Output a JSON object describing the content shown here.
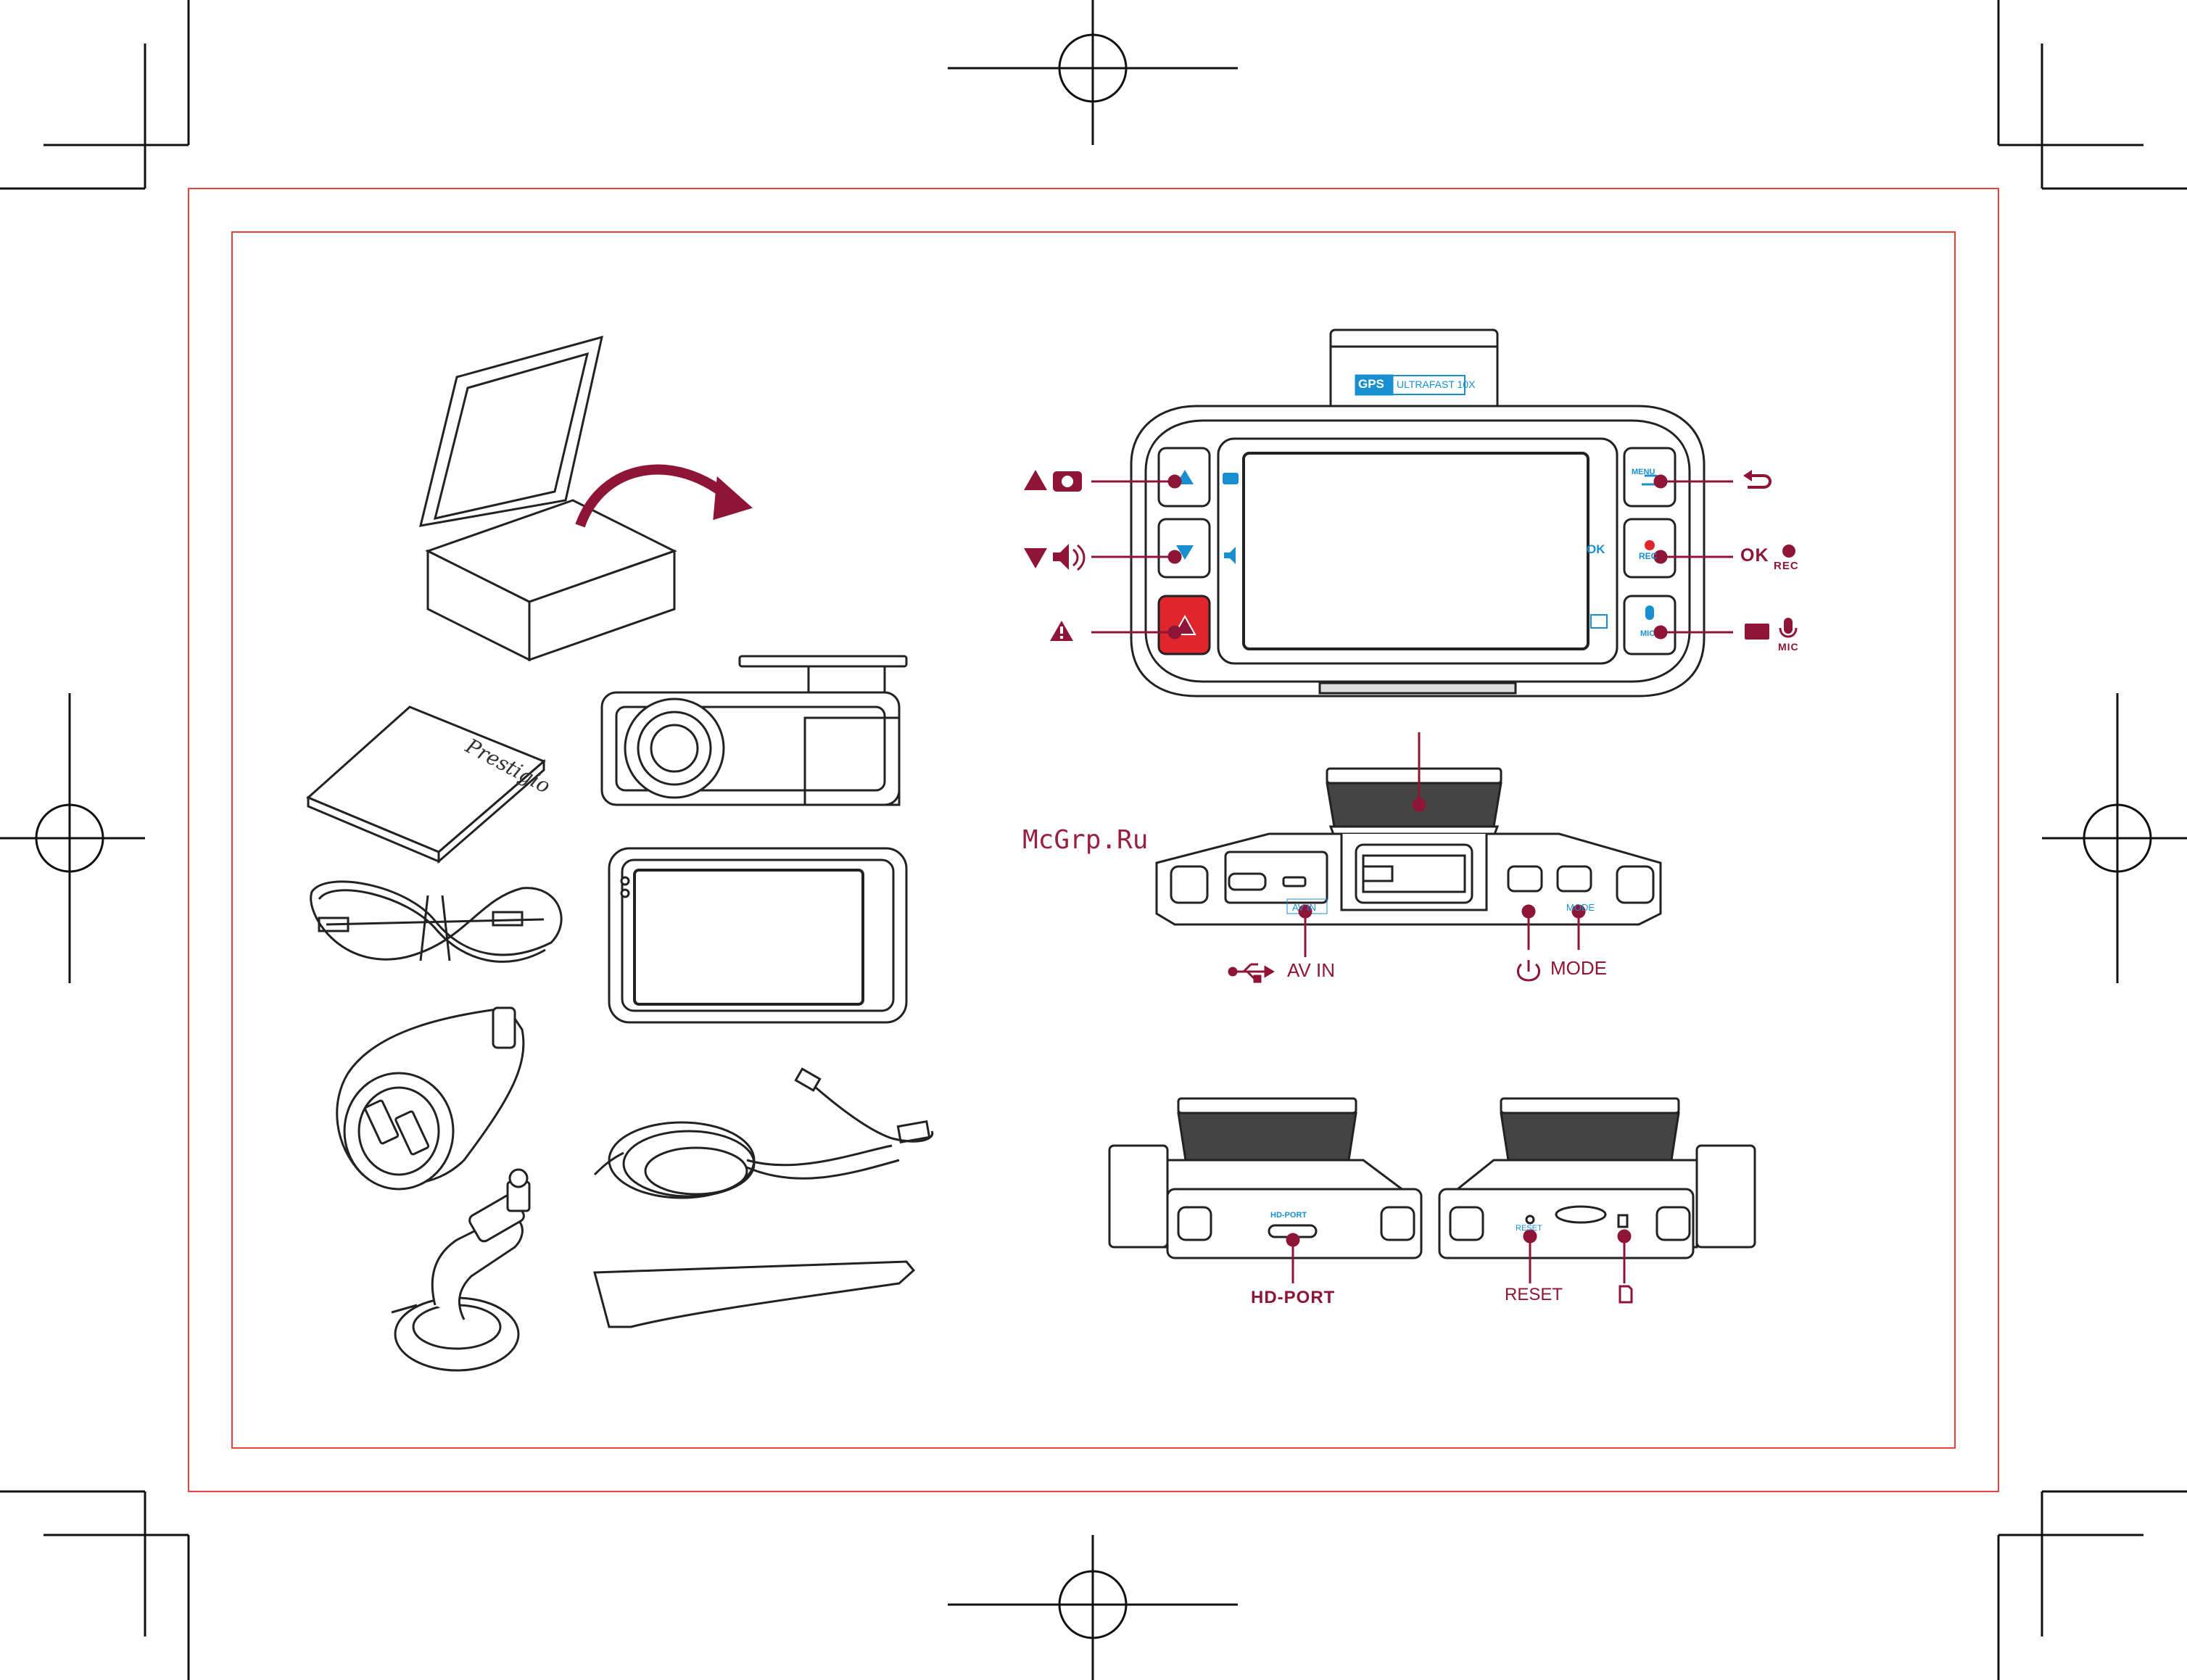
{
  "watermark": "McGrp.Ru",
  "colors": {
    "frame_red": "#e8423c",
    "accent_crimson": "#8f1537",
    "screen_blue": "#1a8fd0",
    "emergency_red": "#e0262c",
    "outline": "#222222"
  },
  "package_contents": {
    "manual_brand": "Prestigio",
    "items": [
      "box-icon",
      "manual-icon",
      "rear-camera-icon",
      "dash-camera-icon",
      "usb-cable-icon",
      "car-charger-icon",
      "rear-cable-icon",
      "suction-mount-icon",
      "pry-tool-icon"
    ]
  },
  "device_front": {
    "gps_badge": "GPS",
    "gps_text": "ULTRAFAST 10X",
    "screen_labels": {
      "ok": "OK"
    },
    "button_labels": {
      "menu": "MENU",
      "rec": "REC",
      "mic": "MIC"
    },
    "callouts": {
      "ok": "OK",
      "rec": "REC",
      "mic": "MIC"
    }
  },
  "device_bottom": {
    "port_labels": {
      "av_in": "AV IN",
      "mode": "MODE"
    },
    "callouts": {
      "av_in": "AV IN",
      "mode": "MODE"
    }
  },
  "device_sides": {
    "left_port_label": "HD-PORT",
    "right_port_label": "RESET",
    "callouts": {
      "hd_port": "HD-PORT",
      "reset": "RESET"
    }
  }
}
